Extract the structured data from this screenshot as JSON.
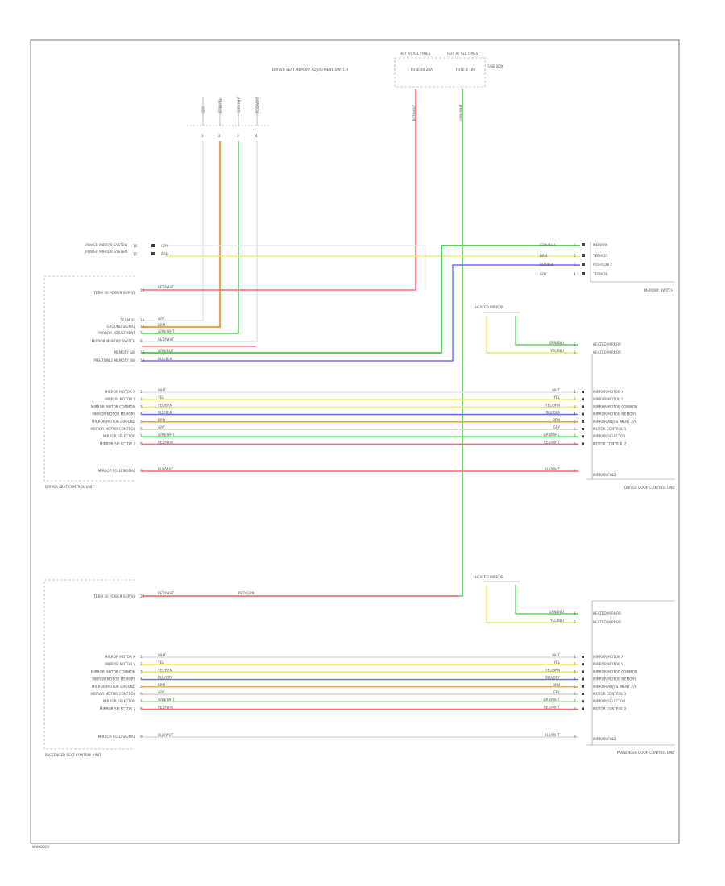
{
  "page_code": "W000000",
  "components": {
    "dsm_switch": {
      "label": "DRIVER SEAT MEMORY ADJUSTMENT SWITCH"
    },
    "fuse_box": {
      "box_left": "HOT AT ALL TIMES",
      "box_right": "HOT AT ALL TIMES",
      "fuse_left": "FUSE 40 20A",
      "fuse_right": "FUSE 8 10A",
      "fuse_label": "FUSE BOX"
    },
    "memory_switch": {
      "label": "MEMORY SWITCH"
    },
    "driver_seat_unit": {
      "label": "DRIVER SEAT CONTROL UNIT"
    },
    "pass_seat_unit": {
      "label": "PASSENGER SEAT CONTROL UNIT"
    },
    "driver_door_unit": {
      "label": "DRIVER DOOR CONTROL UNIT"
    },
    "pass_door_unit": {
      "label": "PASSENGER DOOR CONTROL UNIT"
    },
    "heated_mirror_top": {
      "label": "HEATED MIRROR"
    },
    "heated_mirror_bottom": {
      "label": "HEATED MIRROR"
    },
    "power_mirror_system": {
      "label": "POWER MIRROR SYSTEM"
    }
  },
  "switch_leads": [
    {
      "wire": "GRY",
      "pin": "1"
    },
    {
      "wire": "BRN/YEL",
      "pin": "2"
    },
    {
      "wire": "GRN/WHT",
      "pin": "3"
    },
    {
      "wire": "RED/WHT",
      "pin": "4"
    }
  ],
  "fuse_wires": {
    "left": "RED/WHT",
    "right": "GRN/WHT"
  },
  "top_left": [
    {
      "label": "POWER MIRROR SYSTEM",
      "pin": "10",
      "wire": "GRY"
    },
    {
      "label": "",
      "pin": "11",
      "wire": "BRN"
    }
  ],
  "memory_switch_pins": [
    {
      "wire": "GRN/BLU",
      "pin": "1",
      "label": "MEMORY"
    },
    {
      "wire": "BRN",
      "pin": "2",
      "label": "TERM 31"
    },
    {
      "wire": "BLU/BLK",
      "pin": "3",
      "label": "POSITION 2"
    },
    {
      "wire": "GRY",
      "pin": "4",
      "label": "TERM 30"
    }
  ],
  "driver_seat": {
    "power_row": {
      "label": "TERM 30 POWER SUPPLY",
      "pin": "15",
      "wire": "RED/WHT"
    },
    "rows": [
      {
        "label": "TERM 30",
        "pin": "10",
        "wire": "GRY"
      },
      {
        "label": "GROUND SIGNAL",
        "pin": "11",
        "wire": "BRN"
      },
      {
        "label": "MIRROR ADJUSTMENT",
        "pin": "7",
        "wire": "GRN/WHT"
      },
      {
        "label": "MIRROR MEMORY SWITCH",
        "pin": "8",
        "wire": "RED/WHT"
      },
      {
        "label": "MEMORY SW",
        "pin": "13",
        "wire": "GRN/BLU"
      },
      {
        "label": "POSITION 2 MEMORY SW",
        "pin": "14",
        "wire": "BLU/BLK"
      }
    ],
    "bus_rows": [
      {
        "label": "MIRROR MOTOR X",
        "pin": "1",
        "wire": "WHT",
        "rwire": "WHT",
        "rpin": "1",
        "rlabel": "MIRROR MOTOR X"
      },
      {
        "label": "MIRROR MOTOR Y",
        "pin": "2",
        "wire": "YEL",
        "rwire": "YEL",
        "rpin": "2",
        "rlabel": "MIRROR MOTOR Y"
      },
      {
        "label": "MIRROR MOTOR COMMON",
        "pin": "3",
        "wire": "YEL/BRN",
        "rwire": "YEL/BRN",
        "rpin": "3",
        "rlabel": "MIRROR MOTOR COMMON"
      },
      {
        "label": "MIRROR MOTOR MEMORY",
        "pin": "4",
        "wire": "BLU/BLK",
        "rwire": "BLU/BLK",
        "rpin": "4",
        "rlabel": "MIRROR MOTOR MEMORY"
      },
      {
        "label": "MIRROR MOTOR GROUND",
        "pin": "5",
        "wire": "BRN",
        "rwire": "BRN",
        "rpin": "5",
        "rlabel": "MIRROR ADJUSTMENT X/Y"
      },
      {
        "label": "MIRROR MOTOR CONTROL",
        "pin": "6",
        "wire": "GRY",
        "rwire": "GRY",
        "rpin": "6",
        "rlabel": "MOTOR CONTROL 1"
      },
      {
        "label": "MIRROR SELECTOR",
        "pin": "7",
        "wire": "GRN/WHT",
        "rwire": "GRN/WHT",
        "rpin": "7",
        "rlabel": "MIRROR SELECTOR"
      },
      {
        "label": "MIRROR SELECTOR 2",
        "pin": "8",
        "wire": "RED/WHT",
        "rwire": "RED/WHT",
        "rpin": "8",
        "rlabel": "MOTOR CONTROL 2"
      }
    ],
    "fold_row": {
      "label": "MIRROR FOLD SIGNAL",
      "pin": "9",
      "wire": "BLK/WHT",
      "rwire": "BLK/WHT",
      "rpin": "9",
      "rlabel": "MIRROR FOLD"
    }
  },
  "driver_door_top": [
    {
      "wire": "GRN/BLU",
      "pin": "1",
      "label": "HEATED MIRROR"
    },
    {
      "wire": "YEL/BLU",
      "pin": "2",
      "label": "HEATED MIRROR"
    }
  ],
  "pass_seat": {
    "power_row": {
      "label": "TERM 30 POWER SUPPLY",
      "pin": "15",
      "wire": "RED/WHT",
      "wire2": "RED/GRN"
    },
    "bus_rows": [
      {
        "label": "MIRROR MOTOR X",
        "pin": "1",
        "wire": "WHT",
        "rwire": "WHT",
        "rpin": "1",
        "rlabel": "MIRROR MOTOR X"
      },
      {
        "label": "MIRROR MOTOR Y",
        "pin": "2",
        "wire": "YEL",
        "rwire": "YEL",
        "rpin": "2",
        "rlabel": "MIRROR MOTOR Y"
      },
      {
        "label": "MIRROR MOTOR COMMON",
        "pin": "3",
        "wire": "YEL/BRN",
        "rwire": "YEL/BRN",
        "rpin": "3",
        "rlabel": "MIRROR MOTOR COMMON"
      },
      {
        "label": "MIRROR MOTOR MEMORY",
        "pin": "4",
        "wire": "BLU/GRY",
        "rwire": "BLU/GRY",
        "rpin": "4",
        "rlabel": "MIRROR MOTOR MEMORY"
      },
      {
        "label": "MIRROR MOTOR GROUND",
        "pin": "5",
        "wire": "BRN",
        "rwire": "BRN",
        "rpin": "5",
        "rlabel": "MIRROR ADJUSTMENT X/Y"
      },
      {
        "label": "MIRROR MOTOR CONTROL",
        "pin": "6",
        "wire": "GRY",
        "rwire": "GRY",
        "rpin": "6",
        "rlabel": "MOTOR CONTROL 1"
      },
      {
        "label": "MIRROR SELECTOR",
        "pin": "7",
        "wire": "GRN/WHT",
        "rwire": "GRN/WHT",
        "rpin": "7",
        "rlabel": "MIRROR SELECTOR"
      },
      {
        "label": "MIRROR SELECTOR 2",
        "pin": "8",
        "wire": "RED/WHT",
        "rwire": "RED/WHT",
        "rpin": "8",
        "rlabel": "MOTOR CONTROL 2"
      }
    ],
    "fold_row": {
      "label": "MIRROR FOLD SIGNAL",
      "pin": "9",
      "wire": "BLK/WHT",
      "rwire": "BLK/WHT",
      "rpin": "9",
      "rlabel": "MIRROR FOLD"
    }
  },
  "pass_door_top": [
    {
      "wire": "GRN/BLU",
      "pin": "1",
      "label": "HEATED MIRROR"
    },
    {
      "wire": "YEL/BLU",
      "pin": "2",
      "label": "HEATED MIRROR"
    }
  ],
  "wire_colors": {
    "red": "#ff6a6a",
    "green": "#5ccf5c",
    "blue": "#6b6bff",
    "yellow": "#f2e86a",
    "orange": "#e0a850",
    "gray": "#cfcfcf",
    "lightgray": "#e4e4e4"
  }
}
